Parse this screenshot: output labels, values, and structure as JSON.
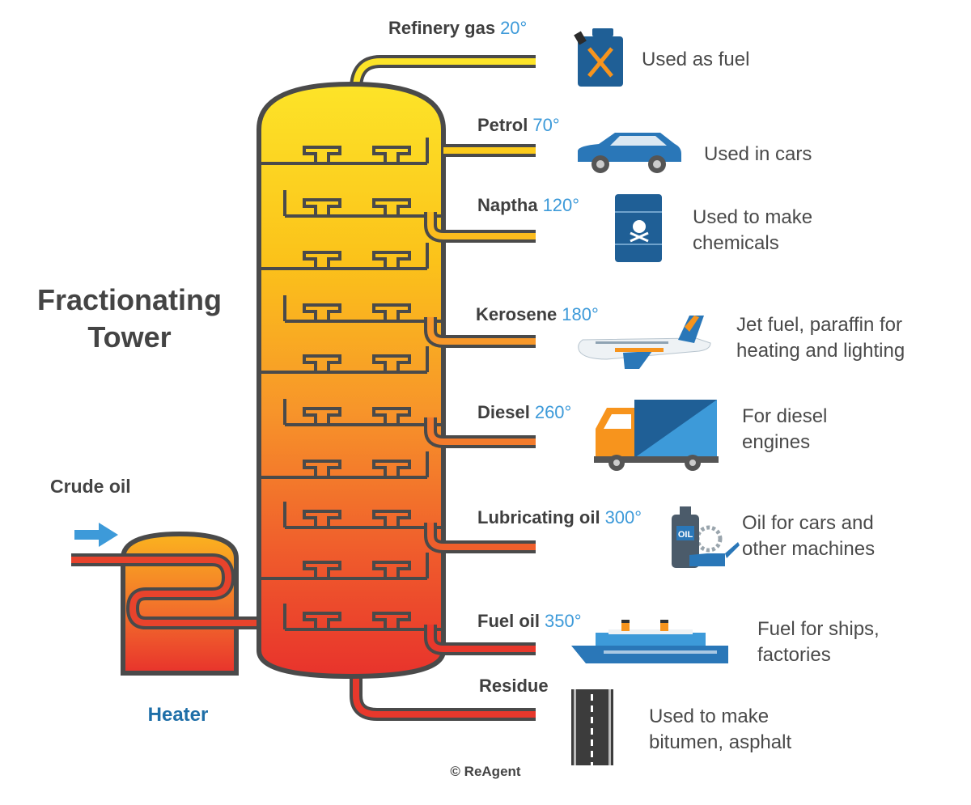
{
  "title": "Fractionating\nTower",
  "title_line1": "Fractionating",
  "title_line2": "Tower",
  "crude_oil_label": "Crude oil",
  "heater_label": "Heater",
  "copyright": "© ReAgent",
  "colors": {
    "tower_top": "#fde428",
    "tower_bottom": "#e8382c",
    "outline": "#4a4a4a",
    "temp_blue": "#3d9ad9",
    "icon_blue": "#1f5f96",
    "heater_blue": "#1f6fa8"
  },
  "fractions": [
    {
      "name": "Refinery gas",
      "temp": "20°",
      "use": "Used as fuel",
      "icon": "fuel-can-icon"
    },
    {
      "name": "Petrol",
      "temp": "70°",
      "use": "Used in cars",
      "icon": "car-icon"
    },
    {
      "name": "Naptha",
      "temp": "120°",
      "use_line1": "Used to make",
      "use_line2": "chemicals",
      "icon": "chemical-barrel-icon"
    },
    {
      "name": "Kerosene",
      "temp": "180°",
      "use_line1": "Jet fuel, paraffin for",
      "use_line2": "heating and lighting",
      "icon": "airplane-icon"
    },
    {
      "name": "Diesel",
      "temp": "260°",
      "use_line1": "For diesel",
      "use_line2": "engines",
      "icon": "truck-icon"
    },
    {
      "name": "Lubricating oil",
      "temp": "300°",
      "use_line1": "Oil for cars and",
      "use_line2": "other machines",
      "icon": "oil-can-icon",
      "icon_text": "OIL"
    },
    {
      "name": "Fuel oil",
      "temp": "350°",
      "use_line1": "Fuel for ships,",
      "use_line2": "factories",
      "icon": "ship-icon"
    },
    {
      "name": "Residue",
      "temp": "",
      "use_line1": "Used to make",
      "use_line2": "bitumen, asphalt",
      "icon": "road-icon"
    }
  ]
}
